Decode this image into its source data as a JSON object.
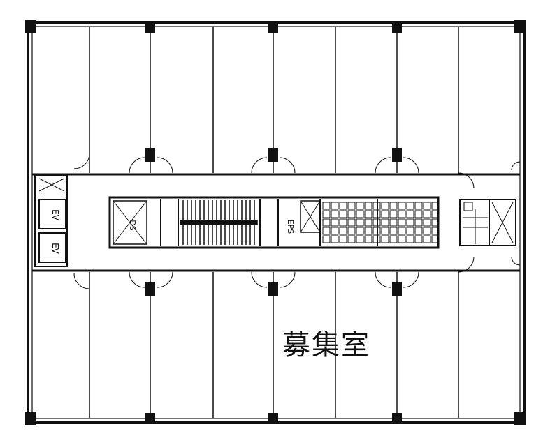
{
  "floor_plan": {
    "vacant_label": "募集室",
    "elevator_labels": [
      "EV",
      "EV"
    ],
    "eps_label": "EPS",
    "shaft_label": "DS"
  }
}
